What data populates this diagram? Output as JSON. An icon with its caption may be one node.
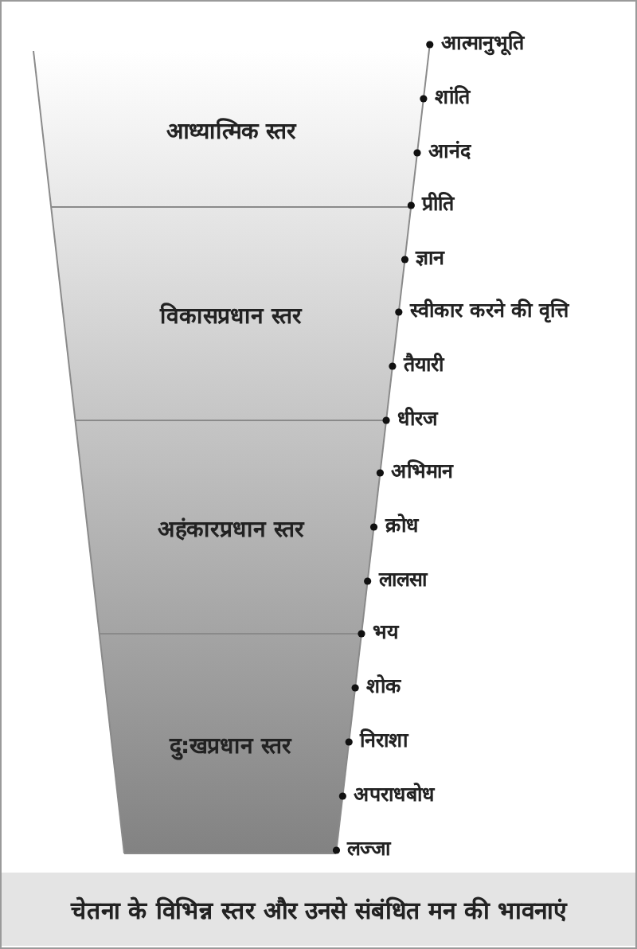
{
  "diagram": {
    "caption": "चेतना के विभिन्न स्तर और उनसे संबंधित मन की भावनाएं",
    "nodes": [
      {
        "text": [
          "आध्यात्मिक स्तर"
        ]
      },
      {
        "text": [
          "विकासप्रधान स्तर"
        ]
      },
      {
        "text": [
          "अहंकारप्रधान स्तर"
        ]
      },
      {
        "text": [
          "दु:खप्रधान स्तर"
        ]
      }
    ],
    "labels": [
      "आत्मानुभूति",
      "शांति",
      "आनंद",
      "प्रीति",
      "ज्ञान",
      "स्वीकार करने की वृत्ति",
      "तैयारी",
      "धीरज",
      "अभिमान",
      "क्रोध",
      "लालसा",
      "भय",
      "शोक",
      "निराशा",
      "अपराधबोध",
      "लज्जा"
    ]
  }
}
